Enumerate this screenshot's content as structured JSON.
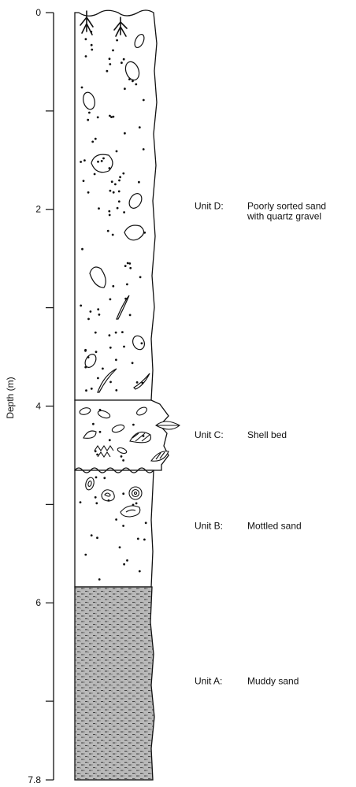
{
  "axis": {
    "title": "Depth (m)",
    "ticks": [
      {
        "value": 0,
        "label": "0"
      },
      {
        "value": 1,
        "label": ""
      },
      {
        "value": 2,
        "label": "2"
      },
      {
        "value": 3,
        "label": ""
      },
      {
        "value": 4,
        "label": "4"
      },
      {
        "value": 5,
        "label": ""
      },
      {
        "value": 6,
        "label": "6"
      },
      {
        "value": 7,
        "label": ""
      },
      {
        "value": 7.8,
        "label": "7.8"
      }
    ],
    "range": [
      0,
      7.8
    ]
  },
  "units": [
    {
      "id": "D",
      "name": "Unit D:",
      "description": [
        "Poorly sorted sand",
        "with quartz gravel"
      ],
      "top": 0,
      "bottom": 4.0
    },
    {
      "id": "C",
      "name": "Unit C:",
      "description": [
        "Shell bed"
      ],
      "top": 4.0,
      "bottom": 4.65
    },
    {
      "id": "B",
      "name": "Unit B:",
      "description": [
        "Mottled sand"
      ],
      "top": 4.65,
      "bottom": 5.85
    },
    {
      "id": "A",
      "name": "Unit A:",
      "description": [
        "Muddy sand"
      ],
      "top": 5.85,
      "bottom": 7.8
    }
  ],
  "colors": {
    "ink": "#111111",
    "mud": "#b8b8b8",
    "background": "#ffffff"
  }
}
